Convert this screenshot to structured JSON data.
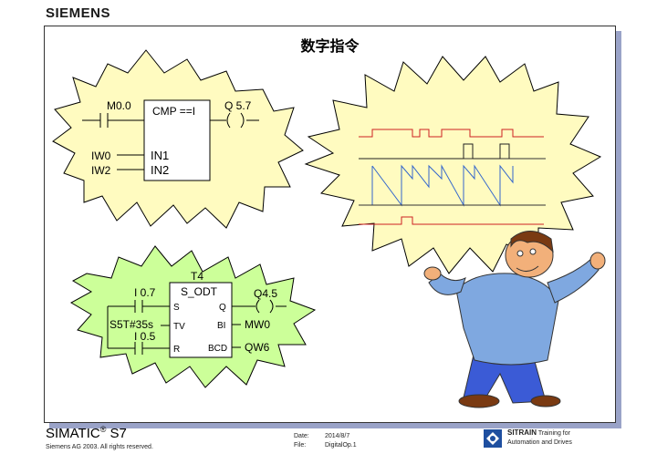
{
  "header": {
    "logo": "SIEMENS"
  },
  "slide": {
    "title": "数字指令",
    "cmp": {
      "contact": "M0.0",
      "box": "CMP ==I",
      "coil": "Q 5.7",
      "in1_label": "IW0",
      "in1": "IN1",
      "in2_label": "IW2",
      "in2": "IN2"
    },
    "timer": {
      "name": "T4",
      "box": "S_ODT",
      "s_contact": "I 0.7",
      "s": "S",
      "tv_label": "S5T#35s",
      "tv": "TV",
      "r_contact": "I 0.5",
      "r": "R",
      "q": "Q",
      "coil": "Q4.5",
      "bi": "BI",
      "bi_out": "MW0",
      "bcd": "BCD",
      "bcd_out": "QW6"
    }
  },
  "footer": {
    "product": "SIMATIC",
    "reg": "®",
    "model": " S7",
    "copyright": "Siemens AG 2003. All rights reserved.",
    "date_label": "Date:",
    "date_value": "2014/8/7",
    "file_label": "File:",
    "file_value": "DigitalOp.1",
    "sitrain_brand": "SITRAIN",
    "sitrain_tag1": " Training for",
    "sitrain_tag2": "Automation and Drives"
  },
  "colors": {
    "yellow": "#fffbc0",
    "green": "#ccff99",
    "stroke": "#000000",
    "timing_red": "#cc2222",
    "timing_blue": "#3366cc",
    "shirt": "#7fa8e0",
    "pants": "#3b5bd6",
    "skin": "#f2b07a",
    "shoes": "#7a3a12"
  }
}
